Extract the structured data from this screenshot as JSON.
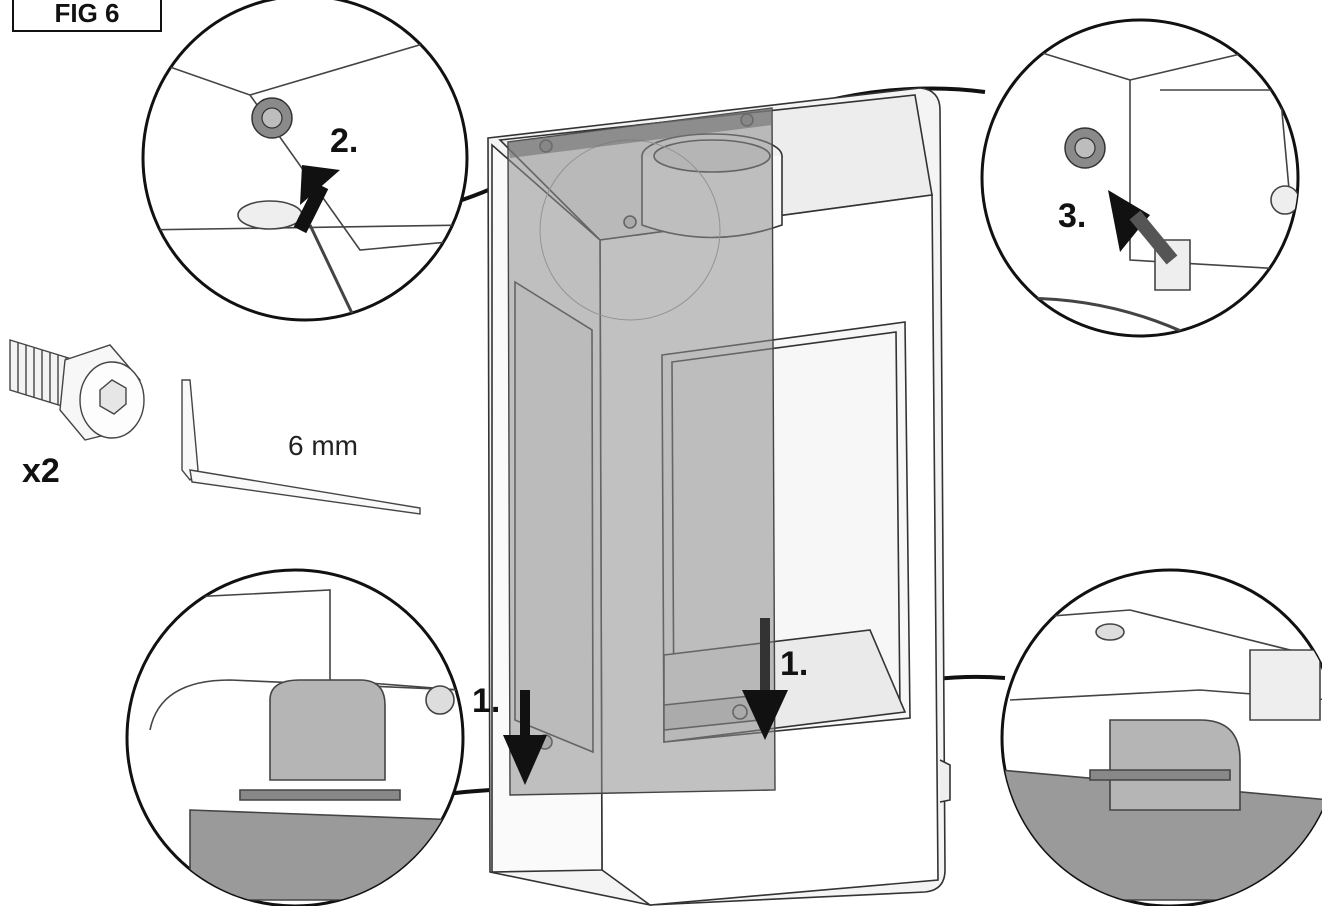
{
  "figure": {
    "label": "FIG 6"
  },
  "hardware": {
    "quantity": "x2",
    "key_size": "6 mm"
  },
  "steps": {
    "step1_label": "1.",
    "step2_label": "2.",
    "step3_label": "3."
  },
  "colors": {
    "line": "#222222",
    "panel_shade": "#8e8e8e",
    "panel_fill": "#b9b9b9",
    "arrow": "#111111"
  }
}
